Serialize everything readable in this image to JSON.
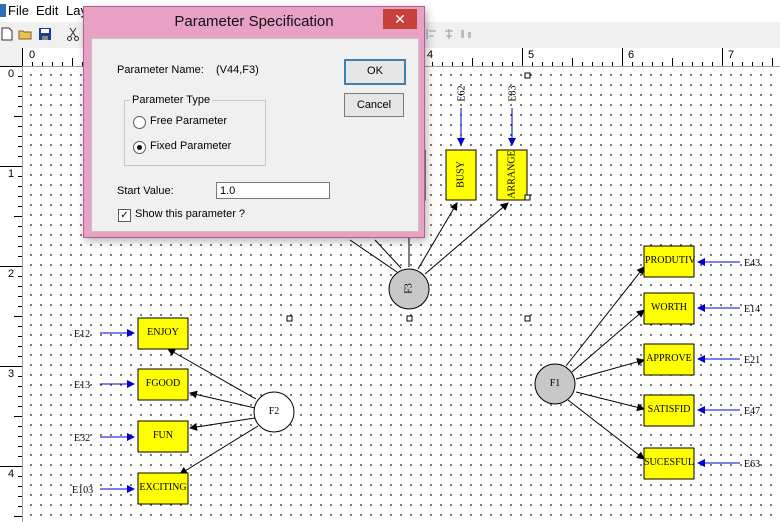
{
  "menu": {
    "items": [
      "File",
      "Edit",
      "Lay"
    ]
  },
  "ruler": {
    "top_labels": [
      "0",
      "4",
      "5",
      "6",
      "7"
    ],
    "left_labels": [
      "0",
      "1",
      "2",
      "3",
      "4"
    ]
  },
  "dialog": {
    "title": "Parameter Specification",
    "close_glyph": "✕",
    "param_name_label": "Parameter Name:",
    "param_name_value": "(V44,F3)",
    "ok_label": "OK",
    "cancel_label": "Cancel",
    "param_type_label": "Parameter Type",
    "free_label": "Free Parameter",
    "fixed_label": "Fixed Parameter",
    "selected_type": "fixed",
    "start_value_label": "Start Value:",
    "start_value": "1.0",
    "show_label": "Show this parameter ?",
    "show_checked": true
  },
  "diagram": {
    "factors": {
      "f1": "F1",
      "f2": "F2",
      "f3": "F3"
    },
    "f2_indicators": [
      {
        "label": "ENJOY",
        "error": "E12"
      },
      {
        "label": "FGOOD",
        "error": "E13"
      },
      {
        "label": "FUN",
        "error": "E32"
      },
      {
        "label": "EXCITING",
        "error": "E103"
      }
    ],
    "f1_indicators": [
      {
        "label": "PRODUTIV",
        "error": "E43"
      },
      {
        "label": "WORTH",
        "error": "E14"
      },
      {
        "label": "APPROVE",
        "error": "E21"
      },
      {
        "label": "SATISFID",
        "error": "E47"
      },
      {
        "label": "SUCESFUL",
        "error": "E63"
      }
    ],
    "f3_indicators": [
      {
        "label": "BUSY",
        "error": "E62"
      },
      {
        "label": "ARRANGE",
        "error": "E83"
      }
    ],
    "colors": {
      "box_fill": "#ffff00",
      "factor_fill": "#c8c8c8",
      "error_arrow": "#0000cc"
    }
  }
}
